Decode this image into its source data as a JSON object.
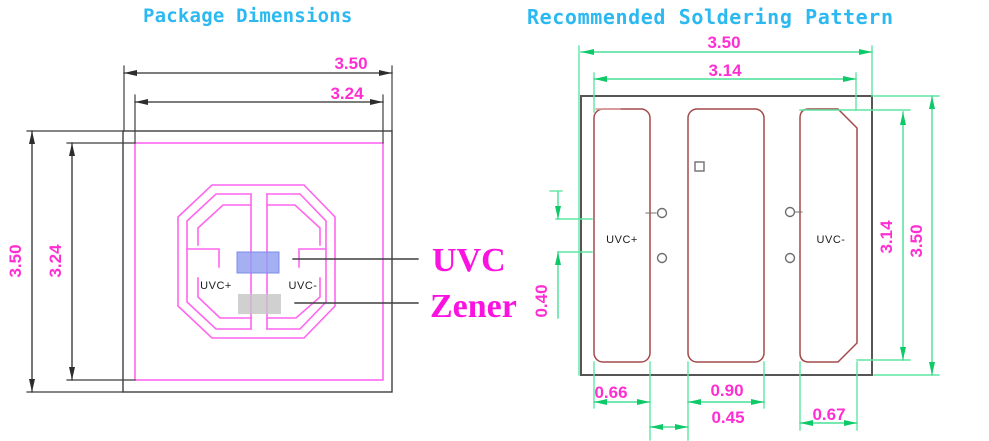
{
  "titles": {
    "package": "Package Dimensions",
    "soldering": "Recommended Soldering Pattern"
  },
  "colors": {
    "title_cyan": "#2cb9f1",
    "dimension_text_magenta": "#ff2ed2",
    "package_trace_magenta": "#ff66ee",
    "package_square_magenta": "#ff5cf0",
    "drawing_line_black": "#3f3f3f",
    "solder_dim_line_green": "#5fe6a3",
    "solder_dim_arrow_green": "#0ec968",
    "pad_outline_red": "#a34a4a",
    "uvc_die_blue": "#8d9cef",
    "zener_die_gray": "#c4c4c4",
    "big_label_magenta": "#fb12e0"
  },
  "package_dimensions": {
    "width_outer": "3.50",
    "width_inner": "3.24",
    "height_outer": "3.50",
    "height_inner": "3.24",
    "anode_label": "UVC+",
    "cathode_label": "UVC-",
    "uvc_die_label": "UVC",
    "zener_die_label": "Zener"
  },
  "soldering_pattern": {
    "width_outer": "3.50",
    "width_inner": "3.14",
    "height_outer": "3.50",
    "height_inner": "3.14",
    "pad_left_width": "0.66",
    "pad_center_width": "0.90",
    "pad_gap": "0.45",
    "pad_right_width": "0.67",
    "vertical_offset": "0.40",
    "anode_label": "UVC+",
    "cathode_label": "UVC-"
  }
}
